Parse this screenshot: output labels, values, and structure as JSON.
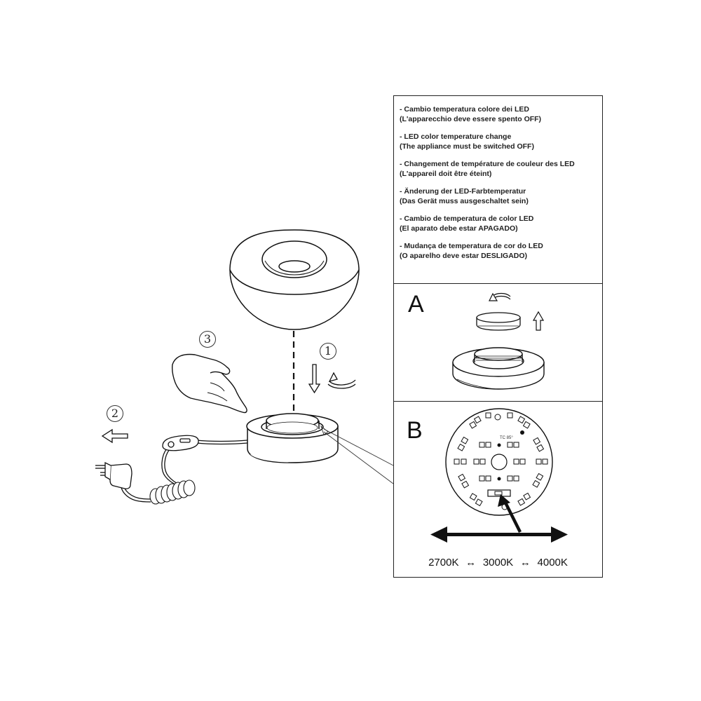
{
  "instructions": [
    {
      "title": "- Cambio temperatura colore dei LED",
      "note": "(L'apparecchio deve essere spento OFF)"
    },
    {
      "title": "- LED color temperature change",
      "note": "(The appliance must be switched OFF)"
    },
    {
      "title": "- Changement de température de couleur des LED",
      "note": "(L'appareil doit être éteint)"
    },
    {
      "title": "- Änderung der LED-Farbtemperatur",
      "note": "(Das Gerät muss ausgeschaltet sein)"
    },
    {
      "title": "- Cambio de temperatura de color LED",
      "note": "(El aparato debe estar APAGADO)"
    },
    {
      "title": "- Mudança de temperatura de cor do LED",
      "note": "(O aparelho deve estar DESLIGADO)"
    }
  ],
  "sections": {
    "a": "A",
    "b": "B"
  },
  "steps": {
    "one": "1",
    "two": "2",
    "three": "3"
  },
  "board_label": "TC 85°",
  "temperatures": {
    "t1": "2700K",
    "t2": "3000K",
    "t3": "4000K",
    "separator": "↔"
  }
}
